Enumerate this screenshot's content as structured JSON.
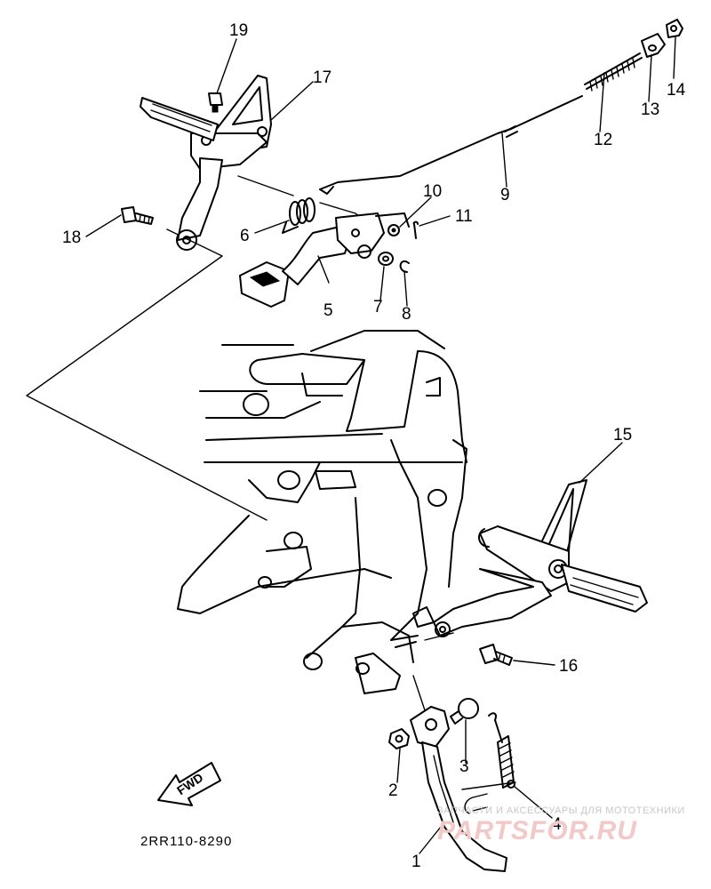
{
  "labels": [
    {
      "id": "p1",
      "text": "1"
    },
    {
      "id": "p2",
      "text": "2"
    },
    {
      "id": "p3",
      "text": "3"
    },
    {
      "id": "p4",
      "text": "4"
    },
    {
      "id": "p5",
      "text": "5"
    },
    {
      "id": "p6",
      "text": "6"
    },
    {
      "id": "p7",
      "text": "7"
    },
    {
      "id": "p8",
      "text": "8"
    },
    {
      "id": "p9",
      "text": "9"
    },
    {
      "id": "p10",
      "text": "10"
    },
    {
      "id": "p11",
      "text": "11"
    },
    {
      "id": "p12",
      "text": "12"
    },
    {
      "id": "p13",
      "text": "13"
    },
    {
      "id": "p14",
      "text": "14"
    },
    {
      "id": "p15",
      "text": "15"
    },
    {
      "id": "p16",
      "text": "16"
    },
    {
      "id": "p17",
      "text": "17"
    },
    {
      "id": "p18",
      "text": "18"
    },
    {
      "id": "p19",
      "text": "19"
    }
  ],
  "diagram_code": "2RR110-8290",
  "fwd_text": "FWD",
  "watermark": {
    "small": "ЗАПЧАСТИ И АКСЕССУАРЫ ДЛЯ МОТОТЕХНИКИ",
    "brand": "PARTSFOR.RU"
  },
  "colors": {
    "ink": "#000000",
    "paper": "#ffffff",
    "watermark": "#f3c8c8"
  }
}
